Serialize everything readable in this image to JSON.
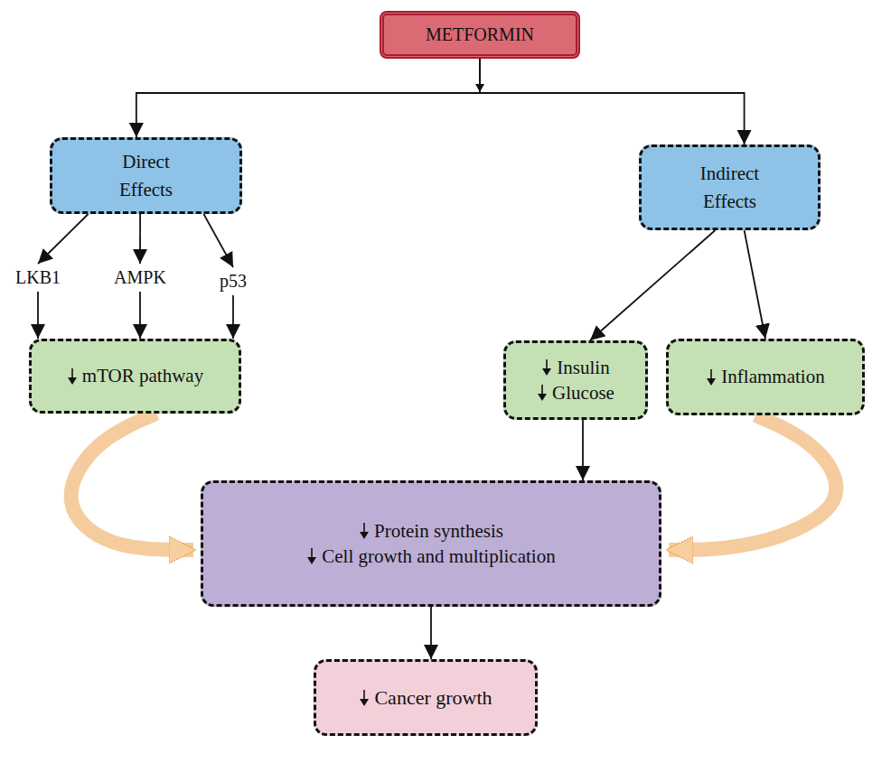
{
  "diagram": {
    "nodes": [
      {
        "text": [
          "METFORMIN"
        ]
      },
      {
        "text": [
          "Direct Effects"
        ]
      },
      {
        "text": [
          "Indirect Effects"
        ]
      },
      {
        "text": [
          "LKB1"
        ]
      },
      {
        "text": [
          "AMPK"
        ]
      },
      {
        "text": [
          "p53"
        ]
      },
      {
        "text": [
          "mTOR pathway"
        ]
      },
      {
        "text": [
          "Insulin",
          "Glucose"
        ]
      },
      {
        "text": [
          "Inflammation"
        ]
      },
      {
        "text": [
          "Protein synthesis",
          "Cell growth and multiplication"
        ]
      },
      {
        "text": [
          "Cancer growth"
        ]
      }
    ],
    "edges": [
      {
        "from": 0,
        "to": 1,
        "arrow": "to"
      },
      {
        "from": 0,
        "to": 2,
        "arrow": "to"
      },
      {
        "from": 1,
        "to": 3,
        "arrow": "to"
      },
      {
        "from": 1,
        "to": 4,
        "arrow": "to"
      },
      {
        "from": 1,
        "to": 5,
        "arrow": "to"
      },
      {
        "from": 3,
        "to": 6,
        "arrow": "to"
      },
      {
        "from": 4,
        "to": 6,
        "arrow": "to"
      },
      {
        "from": 5,
        "to": 6,
        "arrow": "to"
      },
      {
        "from": 2,
        "to": 7,
        "arrow": "to"
      },
      {
        "from": 2,
        "to": 8,
        "arrow": "to"
      },
      {
        "from": 7,
        "to": 9,
        "arrow": "to"
      },
      {
        "from": 6,
        "to": 9,
        "arrow": "to"
      },
      {
        "from": 8,
        "to": 9,
        "arrow": "to"
      },
      {
        "from": 9,
        "to": 10,
        "arrow": "to"
      }
    ]
  }
}
